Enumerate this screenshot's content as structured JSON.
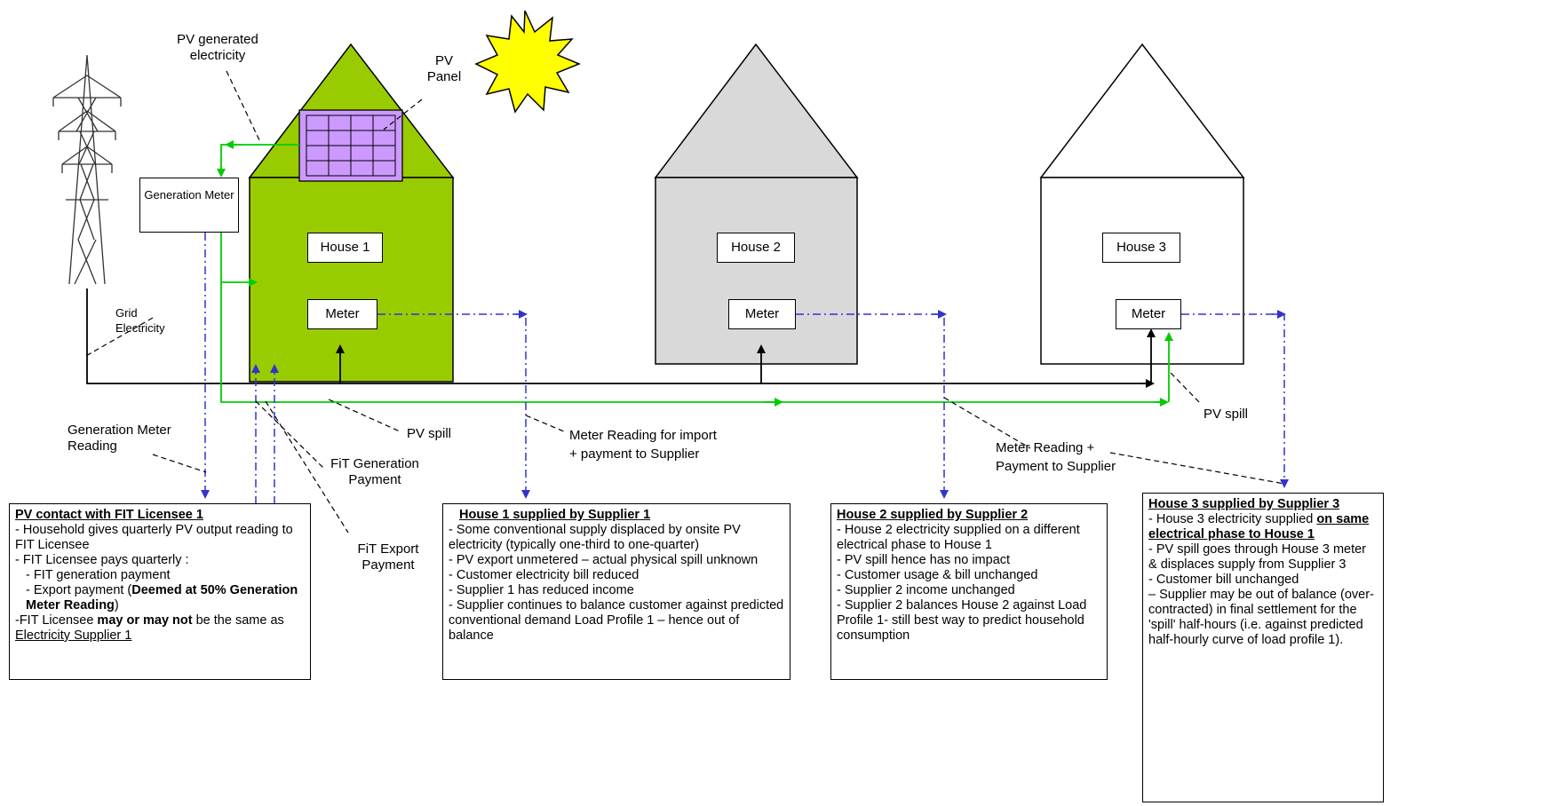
{
  "labels": {
    "pv_generated": "PV generated electricity",
    "pv_panel": "PV Panel",
    "generation_meter": "Generation Meter",
    "grid_electricity": "Grid Electricity",
    "generation_meter_reading": "Generation Meter Reading",
    "fit_generation_payment": "FiT Generation Payment",
    "fit_export_payment": "FiT Export Payment",
    "pv_spill_1": "PV spill",
    "pv_spill_3": "PV spill",
    "meter_reading_import": "Meter Reading for import + payment to Supplier",
    "meter_reading_payment": "Meter Reading + Payment to Supplier"
  },
  "houses": [
    {
      "name": "House 1",
      "meter": "Meter",
      "color": "#99cc00"
    },
    {
      "name": "House 2",
      "meter": "Meter",
      "color": "#d9d9d9"
    },
    {
      "name": "House 3",
      "meter": "Meter",
      "color": "#ffffff"
    }
  ],
  "colors": {
    "pv_flow": "#00cc00",
    "info_flow": "#3333cc",
    "panel": "#cc99ff",
    "sun": "#ffff00"
  },
  "boxes": {
    "fit": {
      "title": "PV contact with FIT Licensee 1",
      "l1": "- Household gives quarterly PV output reading to FIT Licensee",
      "l2": "- FIT Licensee pays quarterly :",
      "l3": "- FIT generation payment",
      "l4a": "- Export payment (",
      "l4b": "Deemed at 50% Generation Meter Reading",
      "l4c": ")",
      "l5a": "-FIT Licensee ",
      "l5b": "may or may not",
      "l5c": " be the same as ",
      "l5d": "Electricity Supplier 1"
    },
    "house1": {
      "title": "House 1 supplied by Supplier 1",
      "l1": "- Some conventional supply displaced by onsite PV electricity (typically one-third to one-quarter)",
      "l2": "- PV export unmetered – actual physical spill unknown",
      "l3": "- Customer electricity bill reduced",
      "l4": "- Supplier 1 has reduced income",
      "l5": "- Supplier continues to balance customer against predicted conventional demand Load Profile 1 – hence out of balance"
    },
    "house2": {
      "title": "House 2 supplied by Supplier 2",
      "l1": "- House 2 electricity supplied on a different electrical phase to House 1",
      "l2": "- PV spill hence has no impact",
      "l3": "- Customer usage & bill unchanged",
      "l4": "- Supplier 2 income unchanged",
      "l5": "- Supplier 2 balances House 2 against Load Profile 1- still best way to predict household consumption"
    },
    "house3": {
      "title": "House 3 supplied by Supplier 3",
      "l1a": "- House 3 electricity supplied ",
      "l1b": "on same electrical phase to House 1",
      "l2": "- PV spill goes through House 3 meter & displaces supply from Supplier 3",
      "l3": "- Customer bill unchanged",
      "l4": "– Supplier may be out of balance (over-contracted) in final settlement for the 'spill' half-hours (i.e. against predicted half-hourly curve of load profile 1)."
    }
  }
}
